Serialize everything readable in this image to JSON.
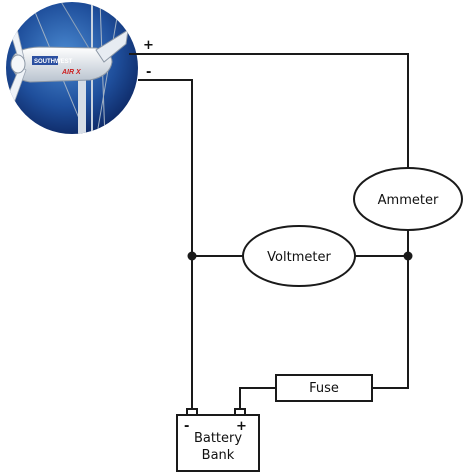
{
  "turbine": {
    "badge_text": "SOUTHWEST",
    "model_text": "AIR X",
    "positive_terminal": "+",
    "negative_terminal": "-"
  },
  "components": {
    "ammeter": "Ammeter",
    "voltmeter": "Voltmeter",
    "fuse": "Fuse",
    "battery_line1": "Battery",
    "battery_line2": "Bank",
    "battery_negative": "-",
    "battery_positive": "+"
  },
  "colors": {
    "sky_dark": "#0f2e6e",
    "sky_light": "#3f7ec6",
    "wire": "#1a1a1a"
  }
}
